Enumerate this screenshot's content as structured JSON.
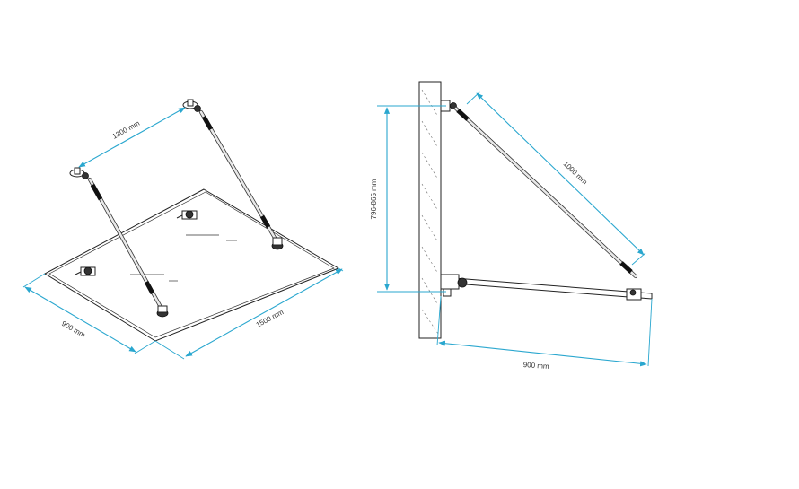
{
  "iso_view": {
    "rod_spacing_label": "1300 mm",
    "depth_label": "900 mm",
    "width_label": "1500 mm"
  },
  "side_view": {
    "height_label": "796-865 mm",
    "rod_length_label": "1000 mm",
    "projection_label": "900 mm"
  },
  "colors": {
    "dimension": "#2aa7cf",
    "ink": "#222222"
  }
}
